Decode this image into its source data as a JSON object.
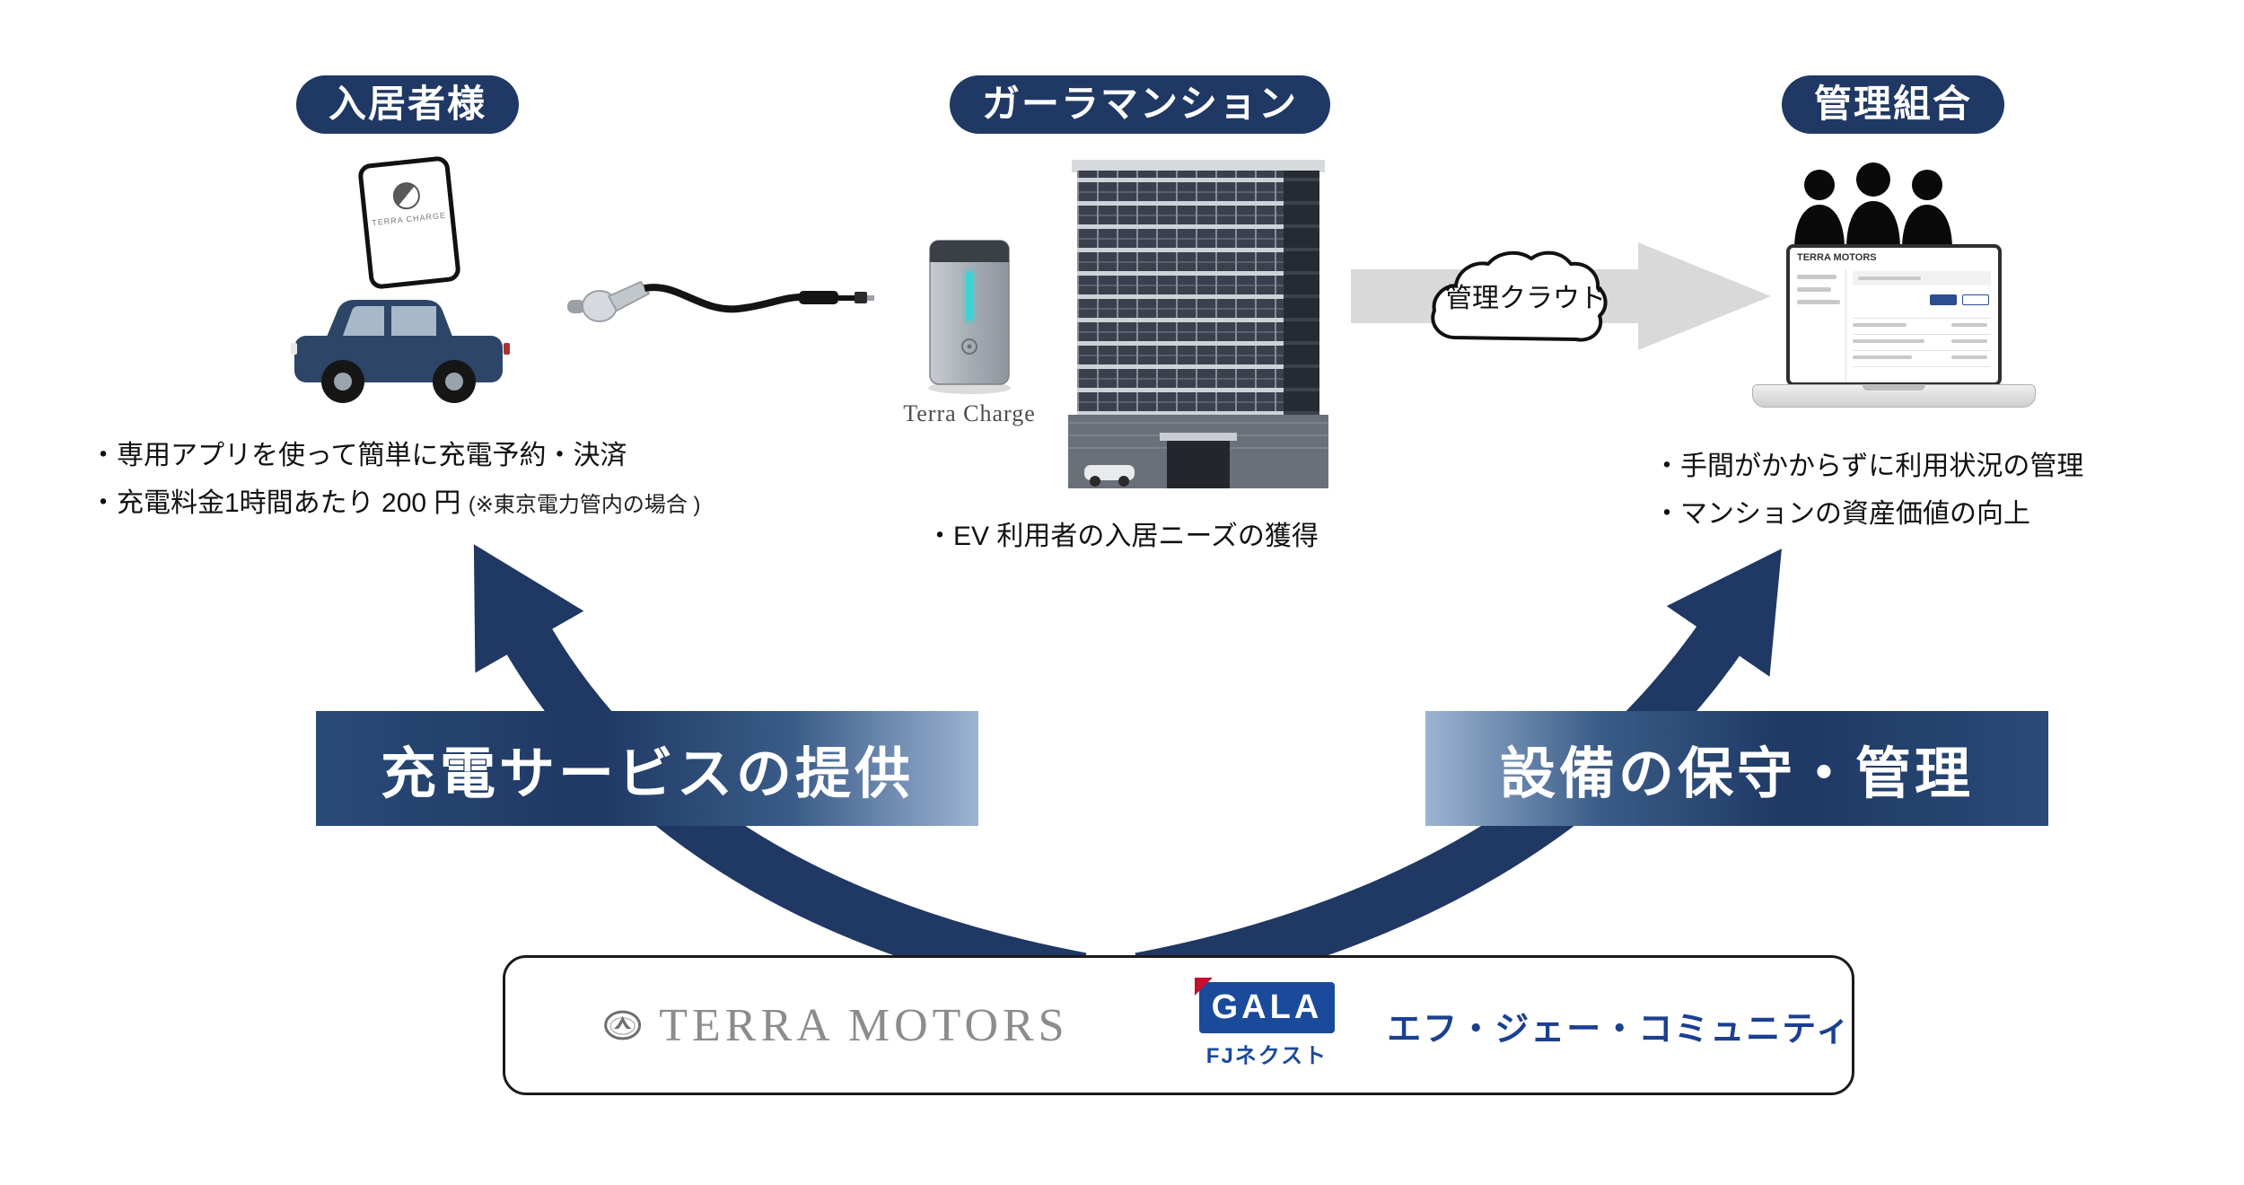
{
  "badges": {
    "resident": "入居者様",
    "mansion": "ガーラマンション",
    "association": "管理組合"
  },
  "phone": {
    "brand": "TERRA CHARGE"
  },
  "charger": {
    "caption": "Terra Charge"
  },
  "left_info": {
    "line1": "・専用アプリを使って簡単に充電予約・決済",
    "line2_main": "・充電料金1時間あたり 200 円",
    "line2_note": "(※東京電力管内の場合 )"
  },
  "center_info": {
    "line1": "・EV 利用者の入居ニーズの獲得"
  },
  "right_info": {
    "line1": "・手間がかからずに利用状況の管理",
    "line2": "・マンションの資産価値の向上"
  },
  "cloud": {
    "label": "管理クラウド"
  },
  "banners": {
    "left": "充電サービスの提供",
    "right": "設備の保守・管理"
  },
  "laptop": {
    "screen_brand": "TERRA MOTORS"
  },
  "footer": {
    "terra_motors": "TERRA MOTORS",
    "gala": "GALA",
    "fj_next": "FJネクスト",
    "fj_community": "エフ・ジェー・コミュニティ"
  },
  "colors": {
    "navy": "#1f3864",
    "banner_light": "#9db4d2",
    "flow_arrow_gray": "#d9d9d9",
    "charger_led_teal": "#3fd1d4",
    "gala_blue": "#1b4a9b",
    "gala_red": "#c8102e",
    "terra_gray": "#8c8c8c",
    "car_blue": "#2d4566"
  }
}
